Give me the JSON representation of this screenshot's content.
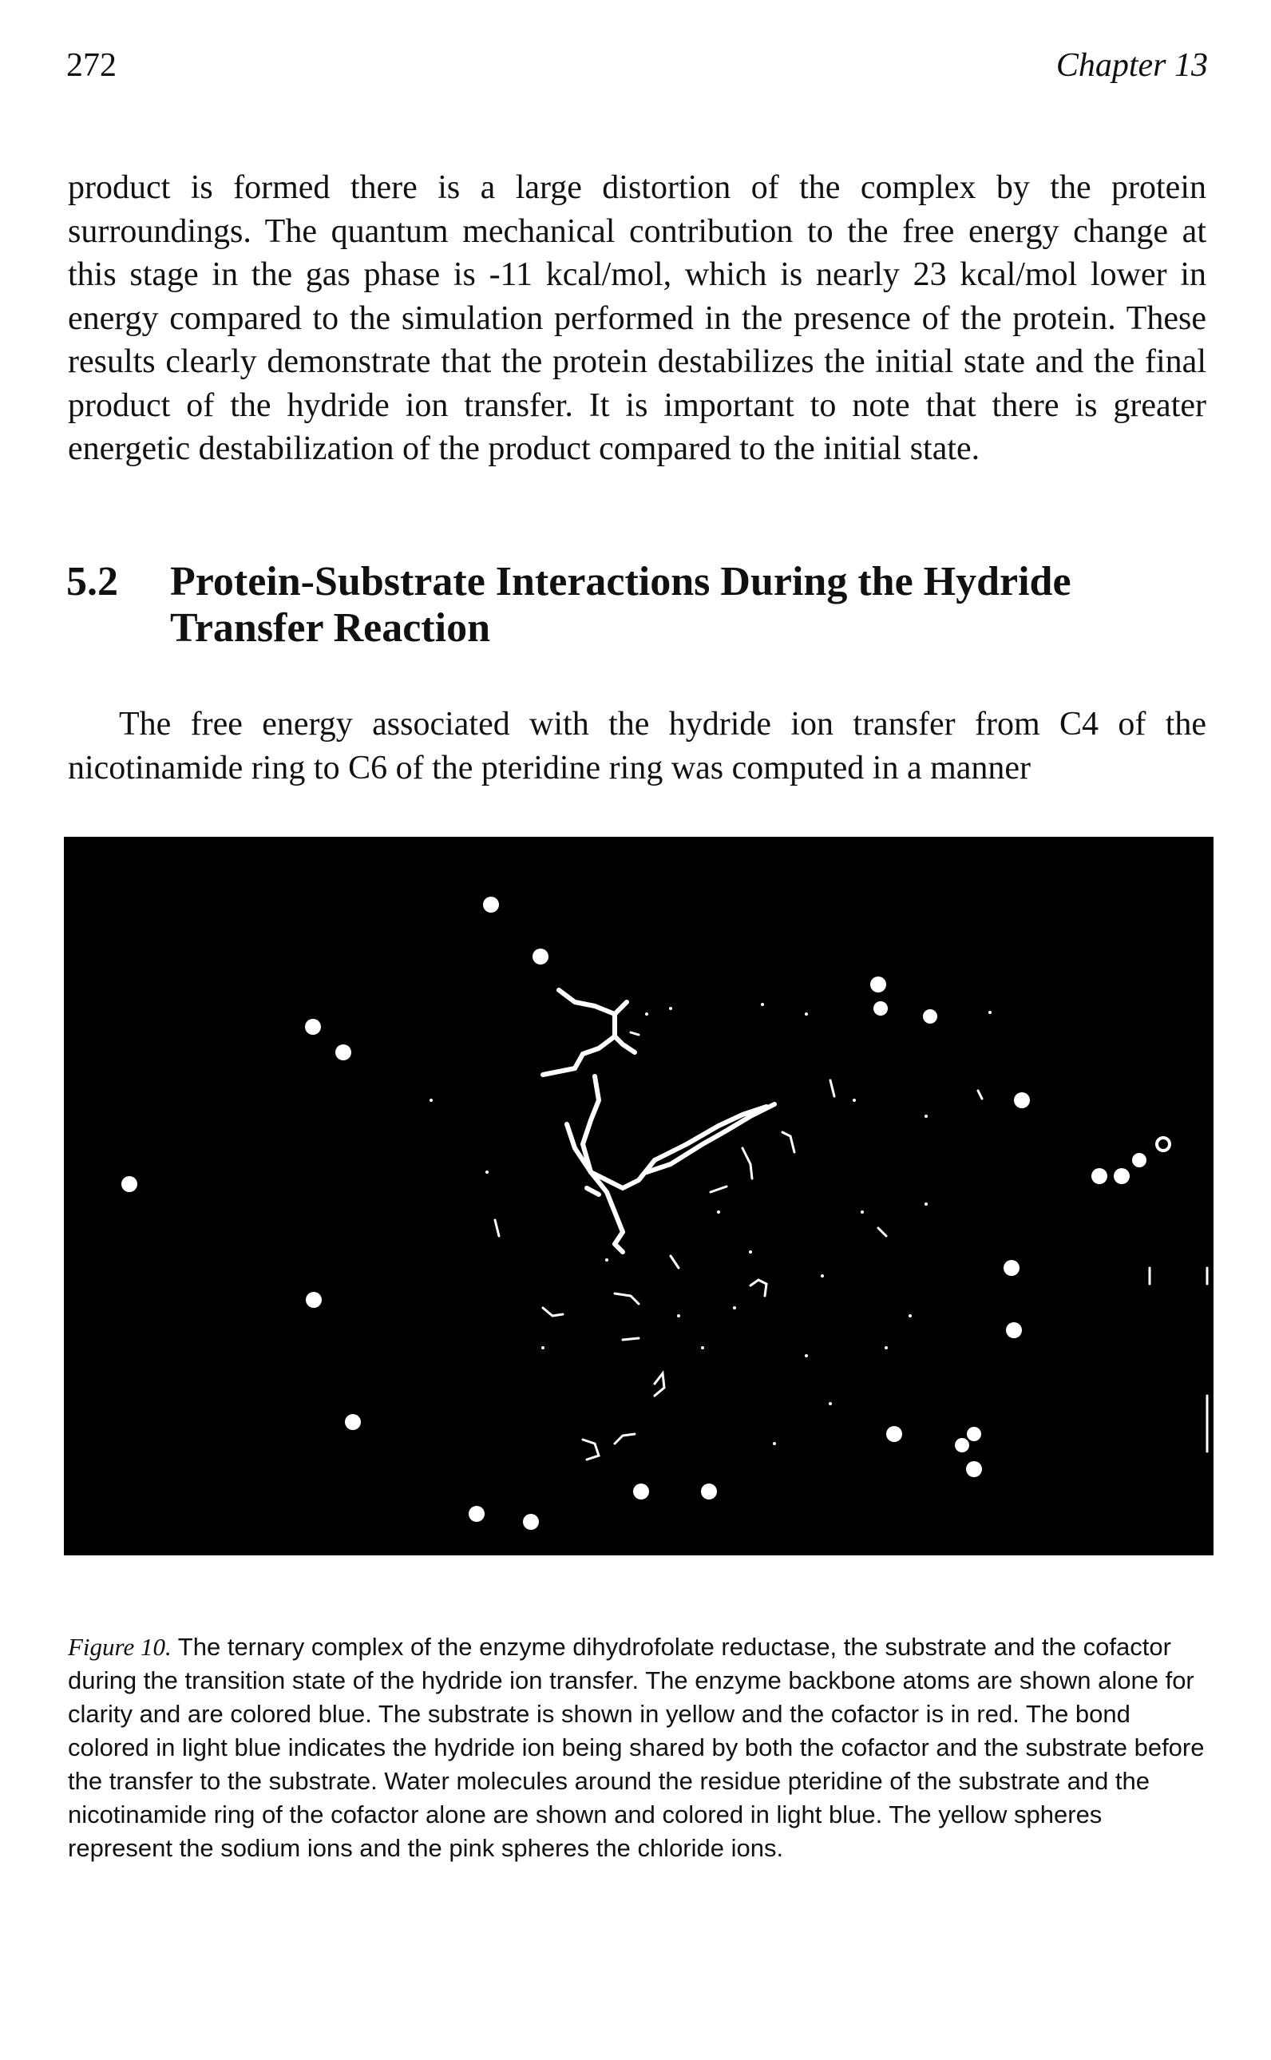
{
  "header": {
    "page_number": "272",
    "running_head": "Chapter 13"
  },
  "paragraphs": {
    "p1": "product is formed there is a large distortion of the complex by the protein surroundings. The quantum mechanical contribution to the free energy change at this stage in the gas phase is -11 kcal/mol, which is nearly 23 kcal/mol lower in energy compared to the simulation performed in the presence of the protein. These results clearly demonstrate that the protein destabilizes the initial state and the final product of the hydride ion transfer. It is important to note that there is greater energetic destabilization of the product compared to the initial state.",
    "p2": "The free energy associated with the hydride ion transfer from C4 of the nicotinamide ring to C6 of the pteridine ring was computed in a manner"
  },
  "section": {
    "number": "5.2",
    "title": "Protein-Substrate Interactions During the Hydride Transfer Reaction"
  },
  "figure": {
    "label": "Figure 10.",
    "caption": "The ternary complex of the enzyme dihydrofolate reductase, the substrate and the cofactor during the transition state of the hydride ion transfer. The enzyme backbone atoms are shown alone for clarity and are colored blue. The substrate is shown in yellow and the cofactor is in red. The bond colored in light blue indicates the hydride ion being shared by both the cofactor and the substrate before the transfer to the substrate. Water molecules around the residue pteridine of the substrate and the nicotinamide ring of the cofactor alone are shown and colored in light blue. The yellow spheres represent the sodium ions and the pink spheres the chloride ions.",
    "colors": {
      "background": "#000000",
      "atoms": "#ffffff"
    }
  }
}
